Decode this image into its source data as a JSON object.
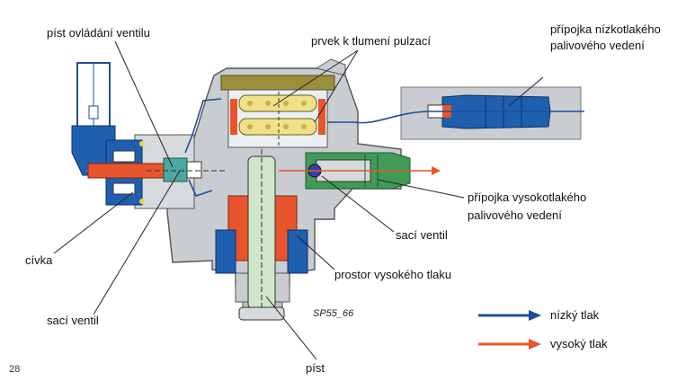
{
  "labels": {
    "valve_piston": "píst ovládání ventilu",
    "damper": "prvek k tlumení pulzací",
    "low_pressure_conn_line1": "přípojka nízkotlakého",
    "low_pressure_conn_line2": "palivového vedení",
    "high_pressure_conn_line1": "přípojka vysokotlakého",
    "high_pressure_conn_line2": "palivového vedení",
    "intake_valve_right": "sací ventil",
    "coil": "cívka",
    "high_pressure_space": "prostor vysokého tlaku",
    "intake_valve_left": "sací ventil",
    "piston": "píst",
    "figure_code": "SP55_66",
    "page_number": "28"
  },
  "legend": [
    {
      "label": "nízký tlak",
      "color": "#1f4e9a"
    },
    {
      "label": "vysoký tlak",
      "color": "#e8542d"
    }
  ],
  "colors": {
    "housing": "#c9ccd0",
    "low_pressure": "#1f4e9a",
    "high_pressure": "#e8542d",
    "piston": "#cfe6c8",
    "bellows": "#f1e08a",
    "damper_cap": "#9a8f3a"
  }
}
